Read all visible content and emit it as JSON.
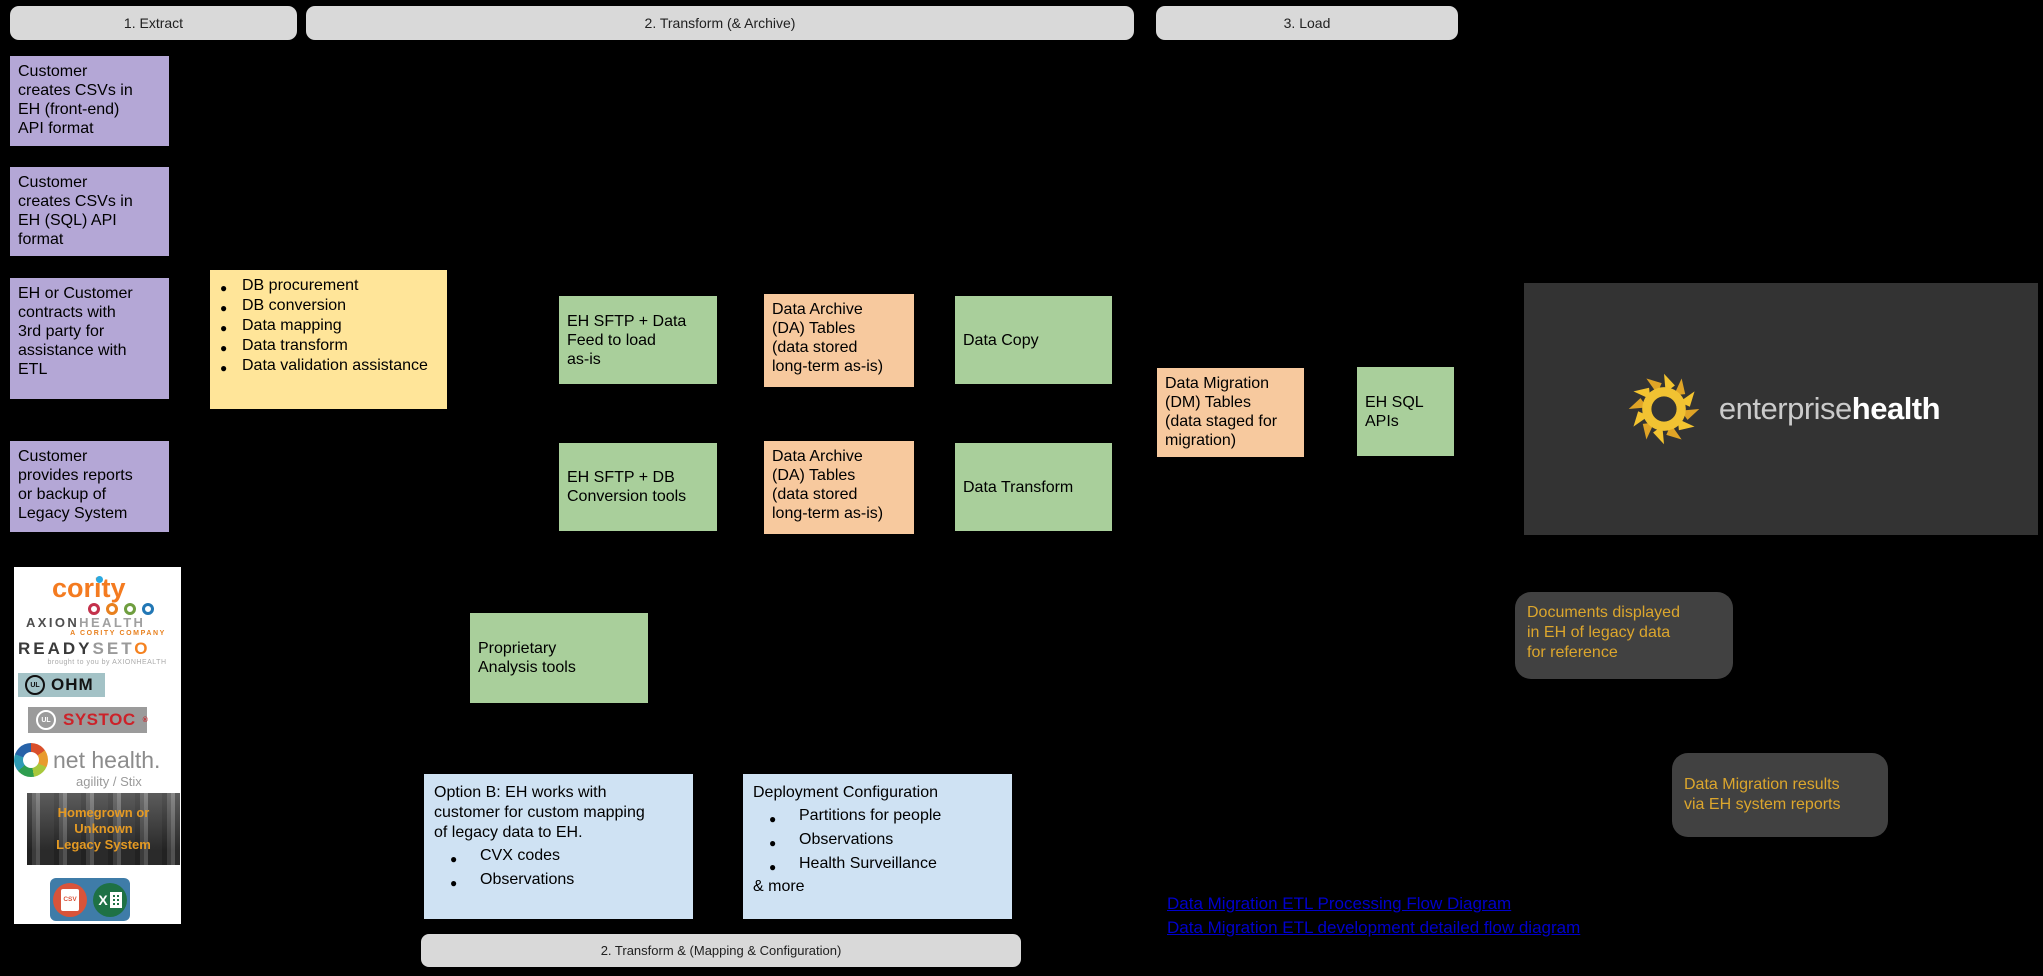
{
  "colors": {
    "purple": "#b4a7d6",
    "yellow": "#ffe599",
    "green": "#a9cf9b",
    "orange": "#f7c99e",
    "blue": "#cfe2f3",
    "header_gray": "#d9d9d9",
    "dark_note": "#414141",
    "gold_text": "#dca62d",
    "link_blue": "#0000cc"
  },
  "phase_headers": {
    "extract": "1. Extract",
    "transform_archive": "2. Transform (& Archive)",
    "load": "3. Load",
    "transform_mapping": "2. Transform & (Mapping & Configuration)"
  },
  "extract_boxes": {
    "csv_frontend": "Customer\ncreates CSVs in\nEH (front-end)\nAPI format",
    "csv_sql": "Customer\ncreates CSVs in\nEH (SQL) API\nformat",
    "third_party": "EH or Customer\ncontracts with\n3rd party for\nassistance with\nETL",
    "legacy_reports": "Customer\nprovides reports\nor backup of\nLegacy System"
  },
  "etl_services": {
    "items": [
      "DB procurement",
      "DB conversion",
      "Data mapping",
      "Data transform",
      "Data validation assistance"
    ]
  },
  "transform_boxes": {
    "sftp_feed": "EH SFTP + Data\nFeed to load\nas-is",
    "da_tables_top": "Data Archive\n(DA) Tables\n(data stored\nlong-term as-is)",
    "data_copy": "Data Copy",
    "sftp_db": "EH SFTP + DB\nConversion tools",
    "da_tables_bottom": "Data Archive\n(DA) Tables\n(data stored\nlong-term as-is)",
    "data_transform": "Data Transform",
    "proprietary": "Proprietary\nAnalysis tools"
  },
  "load_boxes": {
    "dm_tables": "Data Migration\n(DM) Tables\n(data staged for\nmigration)",
    "eh_sql_apis": "EH SQL\nAPIs"
  },
  "mapping_boxes": {
    "option_b_title": "Option B: EH works with\ncustomer for custom mapping\nof legacy data to EH.",
    "option_b_items": [
      "CVX codes",
      "Observations"
    ],
    "deployment_title": "Deployment Configuration",
    "deployment_items": [
      "Partitions for people",
      "Observations",
      "Health Surveillance"
    ],
    "deployment_footer": "& more"
  },
  "notes": {
    "documents": "Documents displayed\nin EH of legacy data\nfor reference",
    "results": "Data Migration results\nvia EH system reports"
  },
  "links": {
    "processing": "Data Migration ETL Processing Flow Diagram",
    "development": "Data Migration ETL development detailed flow diagram"
  },
  "brand": {
    "enterprise": "enterprise",
    "health": "health"
  },
  "legacy_systems": {
    "cority": "cority",
    "axion_axion": "AXION",
    "axion_health": "HEALTH",
    "axion_tagline": "A CORITY COMPANY",
    "rs_ready": "READY",
    "rs_set": "SET",
    "rs_o": "O",
    "rs_tagline": "brought to you by AXIONHEALTH",
    "ul_mark": "UL",
    "ohm": "OHM",
    "systoc": "SYSTOC",
    "systoc_reg": "®",
    "nethealth": "net health.",
    "nethealth_tagline": "agility / Stix",
    "homegrown": "Homegrown or Unknown\nLegacy System",
    "csv_icon": "CSV",
    "excel_x": "X"
  }
}
